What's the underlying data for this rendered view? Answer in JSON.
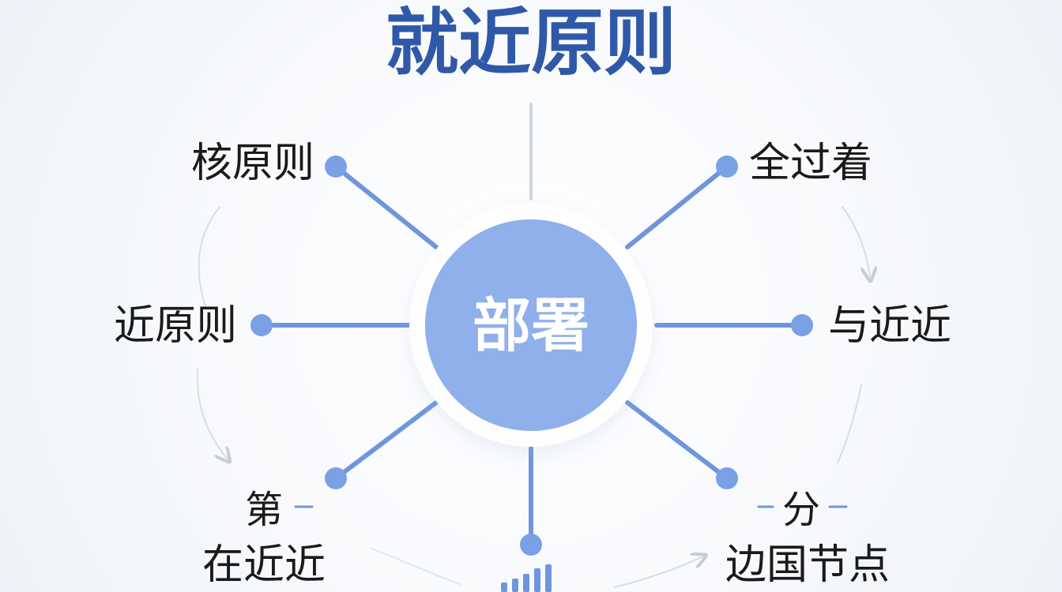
{
  "title": "就近原则",
  "center": {
    "label": "部署"
  },
  "nodes": [
    {
      "id": "top-left",
      "label": "核原则"
    },
    {
      "id": "top-right",
      "label": "全过着"
    },
    {
      "id": "left",
      "label": "近原则"
    },
    {
      "id": "right",
      "label": "与近近"
    },
    {
      "id": "bottom-left",
      "label_line1": "第",
      "label_line2": "在近近"
    },
    {
      "id": "bottom-right",
      "label_line1": "分",
      "label_line2": "边国节点"
    }
  ],
  "colors": {
    "title": "#2f59a8",
    "center_fill": "#8fb0ea",
    "center_text": "#ffffff",
    "spoke": "#6f96dc",
    "dot": "#7aa0e6",
    "text": "#1a1a1a",
    "guide": "#c8ccd3",
    "vertical": "#cfd5de"
  }
}
